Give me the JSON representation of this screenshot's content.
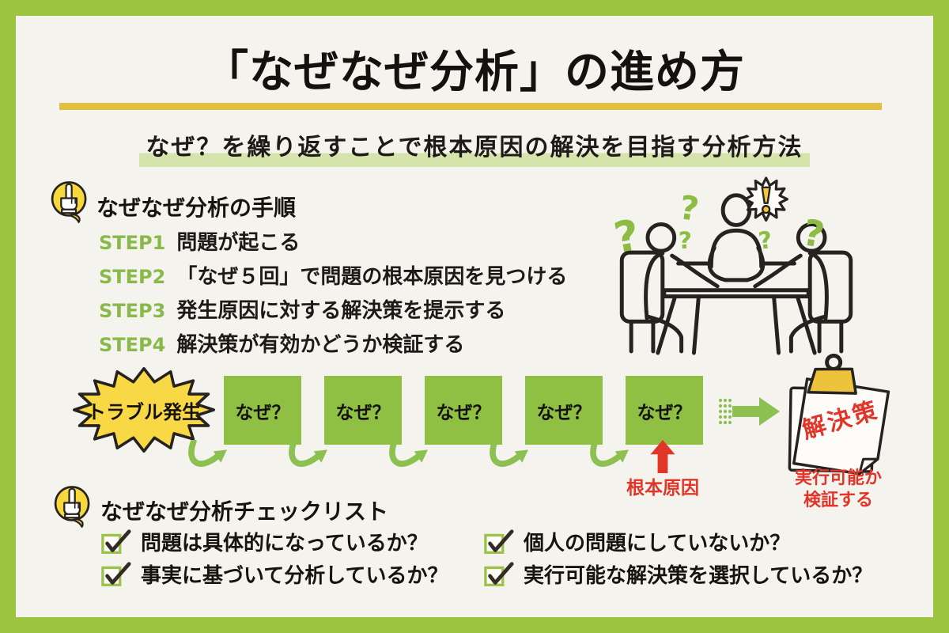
{
  "header": {
    "title": "「なぜなぜ分析」の進め方",
    "subtitle": "なぜ？を繰り返すことで根本原因の解決を目指す分析方法"
  },
  "steps_section": {
    "heading": "なぜなぜ分析の手順",
    "steps": [
      {
        "label": "STEP1",
        "text": "問題が起こる"
      },
      {
        "label": "STEP2",
        "text": "「なぜ５回」で問題の根本原因を見つける"
      },
      {
        "label": "STEP3",
        "text": "発生原因に対する解決策を提示する"
      },
      {
        "label": "STEP4",
        "text": "解決策が有効かどうか検証する"
      }
    ]
  },
  "flow": {
    "trigger_label": "トラブル発生",
    "why_labels": [
      "なぜ？",
      "なぜ？",
      "なぜ？",
      "なぜ？",
      "なぜ？"
    ],
    "root_cause_label": "根本原因",
    "solution_note_label": "解決策",
    "verify_line1": "実行可能か",
    "verify_line2": "検証する"
  },
  "checklist_section": {
    "heading": "なぜなぜ分析チェックリスト",
    "left_items": [
      "問題は具体的になっているか？",
      "事実に基づいて分析しているか？"
    ],
    "right_items": [
      "個人の問題にしていないか？",
      "実行可能な解決策を選択しているか？"
    ]
  },
  "icons": {
    "section_marker": "pointing-hand-icon",
    "checklist_item": "checked-checkbox-icon",
    "flow_connector": "curved-arrow-icon",
    "solution": "clipped-note-icon",
    "illustration": "meeting-discussion-illustration"
  },
  "colors": {
    "frame_green": "#9dc441",
    "panel_bg": "#f5f3ee",
    "accent_yellow": "#e3bf3f",
    "highlight_green": "#d5e4ab",
    "step_green": "#88b94a",
    "box_green": "#8fc043",
    "starburst_yellow": "#f8d945",
    "alert_red": "#e23529",
    "ink": "#14110e"
  }
}
